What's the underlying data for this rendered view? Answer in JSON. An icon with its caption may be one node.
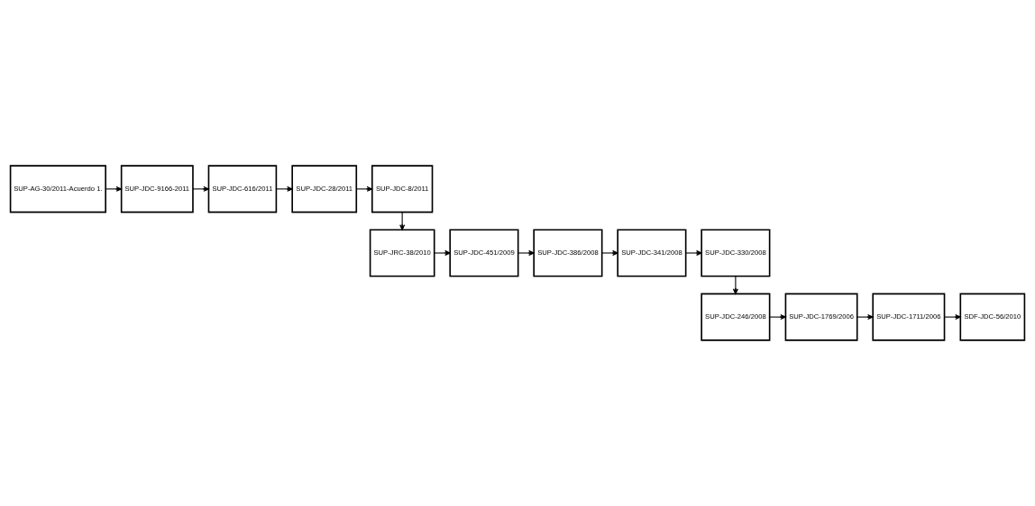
{
  "diagram": {
    "nodes": [
      {
        "text": [
          "SUP-AG-30/2011-Acuerdo 1."
        ]
      },
      {
        "text": [
          "SUP-JDC-9166-2011"
        ]
      },
      {
        "text": [
          "SUP-JDC-616/2011"
        ]
      },
      {
        "text": [
          "SUP-JDC-28/2011"
        ]
      },
      {
        "text": [
          "SUP-JDC-8/2011"
        ]
      },
      {
        "text": [
          "SUP-JRC-38/2010"
        ]
      },
      {
        "text": [
          "SUP-JDC-451/2009"
        ]
      },
      {
        "text": [
          "SUP-JDC-386/2008"
        ]
      },
      {
        "text": [
          "SUP-JDC-341/2008"
        ]
      },
      {
        "text": [
          "SUP-JDC-330/2008"
        ]
      },
      {
        "text": [
          "SUP-JDC-246/2008"
        ]
      },
      {
        "text": [
          "SUP-JDC-1769/2006"
        ]
      },
      {
        "text": [
          "SUP-JDC-1711/2006"
        ]
      },
      {
        "text": [
          "SDF-JDC-56/2010"
        ]
      }
    ],
    "edges": [
      {
        "from": 0,
        "to": 1,
        "arrow": "to"
      },
      {
        "from": 1,
        "to": 2,
        "arrow": "to"
      },
      {
        "from": 2,
        "to": 3,
        "arrow": "to"
      },
      {
        "from": 3,
        "to": 4,
        "arrow": "to"
      },
      {
        "from": 4,
        "to": 5,
        "arrow": "to"
      },
      {
        "from": 5,
        "to": 6,
        "arrow": "to"
      },
      {
        "from": 6,
        "to": 7,
        "arrow": "to"
      },
      {
        "from": 7,
        "to": 8,
        "arrow": "to"
      },
      {
        "from": 8,
        "to": 9,
        "arrow": "to"
      },
      {
        "from": 9,
        "to": 10,
        "arrow": "to"
      },
      {
        "from": 10,
        "to": 11,
        "arrow": "to"
      },
      {
        "from": 11,
        "to": 12,
        "arrow": "to"
      },
      {
        "from": 12,
        "to": 13,
        "arrow": "to"
      }
    ]
  }
}
